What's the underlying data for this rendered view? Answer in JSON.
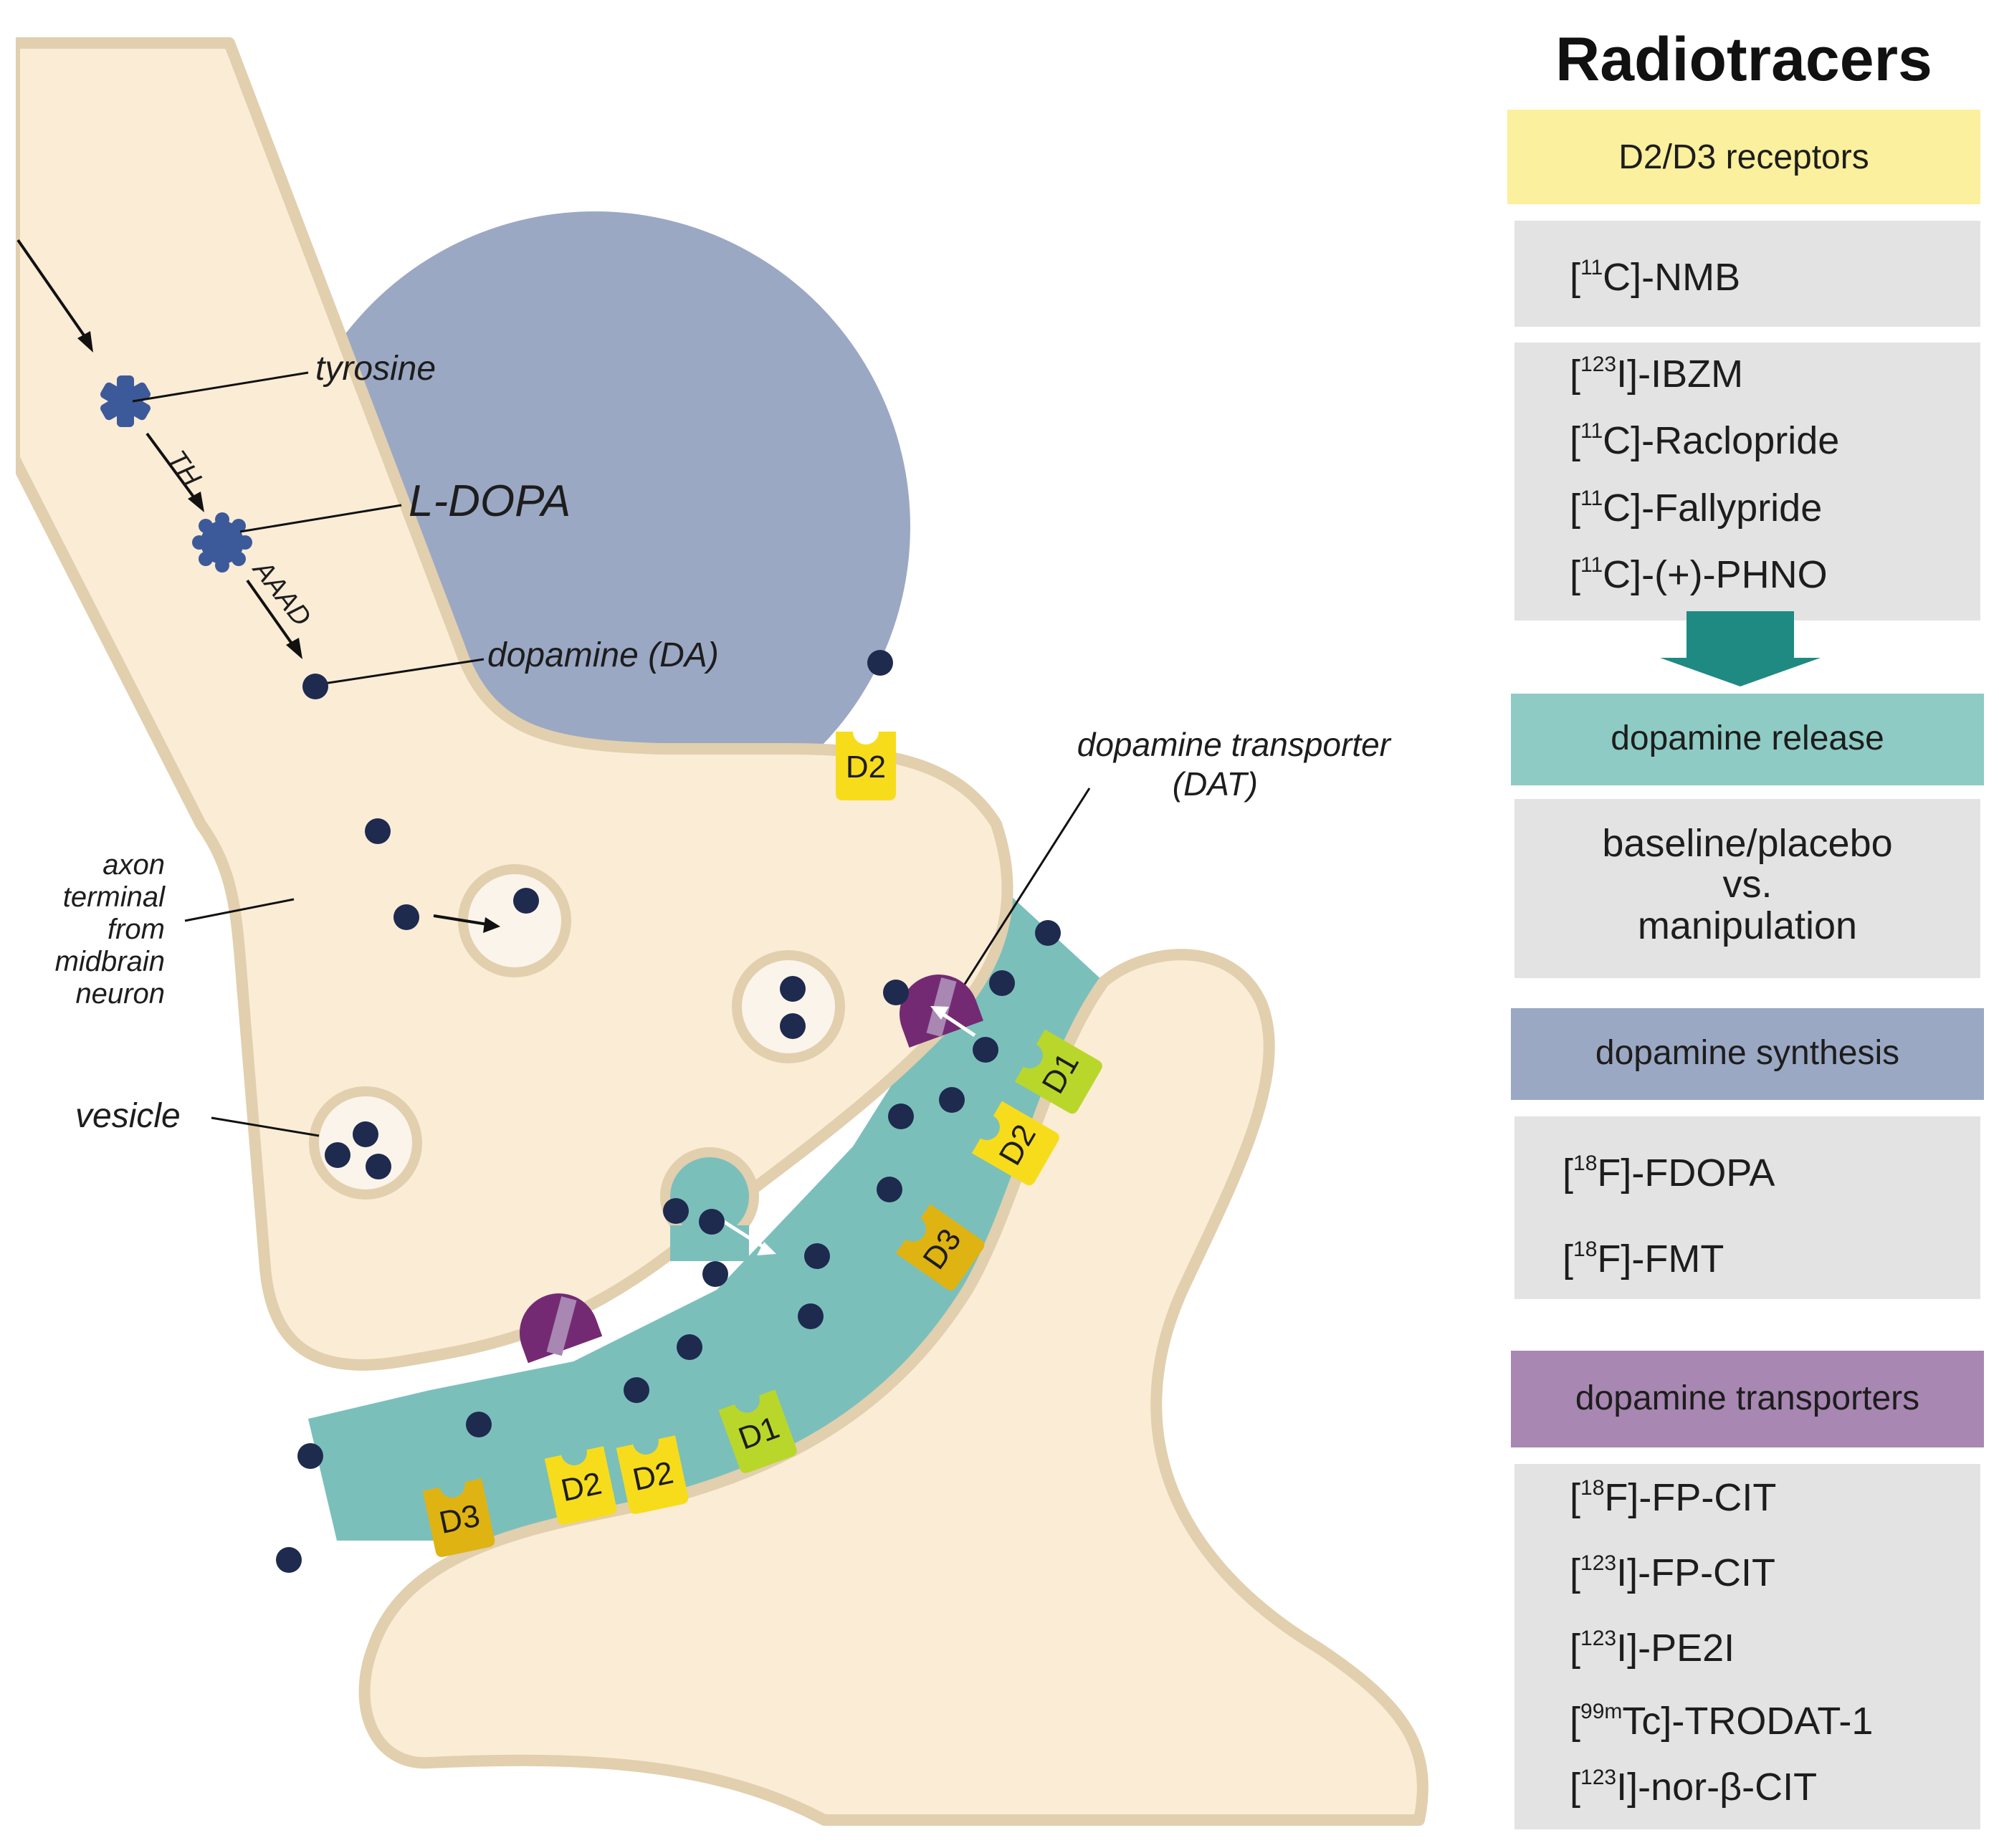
{
  "diagram": {
    "labels": {
      "tyrosine": "tyrosine",
      "th": "TH",
      "ldopa": "L-DOPA",
      "aaad": "AAAD",
      "dopamine": "dopamine (DA)",
      "axon_line1": "axon",
      "axon_line2": "terminal",
      "axon_line3": "from",
      "axon_line4": "midbrain",
      "axon_line5": "neuron",
      "vesicle": "vesicle",
      "dat_line1": "dopamine transporter",
      "dat_line2": "(DAT)"
    },
    "receptors": {
      "d2_top": "D2",
      "d1_upper": "D1",
      "d2_mid": "D2",
      "d3_mid": "D3",
      "d1_lower": "D1",
      "d2_low_a": "D2",
      "d2_low_b": "D2",
      "d3_low": "D3"
    }
  },
  "sidebar": {
    "title": "Radiotracers",
    "sections": {
      "d2d3": {
        "header": "D2/D3 receptors",
        "color": "#fbf09d",
        "tracer1": {
          "sup": "11",
          "pre": "[",
          "post": "C]-NMB"
        },
        "tracer2": {
          "sup": "123",
          "pre": "[",
          "post": "I]-IBZM"
        },
        "tracer3": {
          "sup": "11",
          "pre": "[",
          "post": "C]-Raclopride"
        },
        "tracer4": {
          "sup": "11",
          "pre": "[",
          "post": "C]-Fallypride"
        },
        "tracer5": {
          "sup": "11",
          "pre": "[",
          "post": "C]-(+)-PHNO"
        }
      },
      "release": {
        "header": "dopamine release",
        "color": "#8ecbc4",
        "line1": "baseline/placebo",
        "line2": "vs.",
        "line3": "manipulation"
      },
      "synthesis": {
        "header": "dopamine synthesis",
        "color": "#9ba8c4",
        "tracer1": {
          "sup": "18",
          "pre": "[",
          "post": "F]-FDOPA"
        },
        "tracer2": {
          "sup": "18",
          "pre": "[",
          "post": "F]-FMT"
        }
      },
      "transporters": {
        "header": "dopamine transporters",
        "color": "#a887b2",
        "tracer1": {
          "sup": "18",
          "pre": "[",
          "post": "F]-FP-CIT"
        },
        "tracer2": {
          "sup": "123",
          "pre": "[",
          "post": "I]-FP-CIT"
        },
        "tracer3": {
          "sup": "123",
          "pre": "[",
          "post": "I]-PE2I"
        },
        "tracer4": {
          "sup": "99m",
          "pre": "[",
          "post": "Tc]-TRODAT-1"
        },
        "tracer5": {
          "sup": "123",
          "pre": "[",
          "post": "I]-nor-β-CIT"
        }
      }
    }
  },
  "colors": {
    "cytoplasm": "#fbecd6",
    "membrane": "#e1cfae",
    "cleft": "#7bbfbb",
    "dopamine_dot": "#1e2a4e",
    "enzyme": "#3c5a9a",
    "d2_yellow": "#f7dc1c",
    "d1_green": "#b9d72a",
    "d3_gold": "#dfb312",
    "dat_purple": "#742a72",
    "arrow_teal": "#1f8a82",
    "box_gray": "#e3e3e3"
  }
}
